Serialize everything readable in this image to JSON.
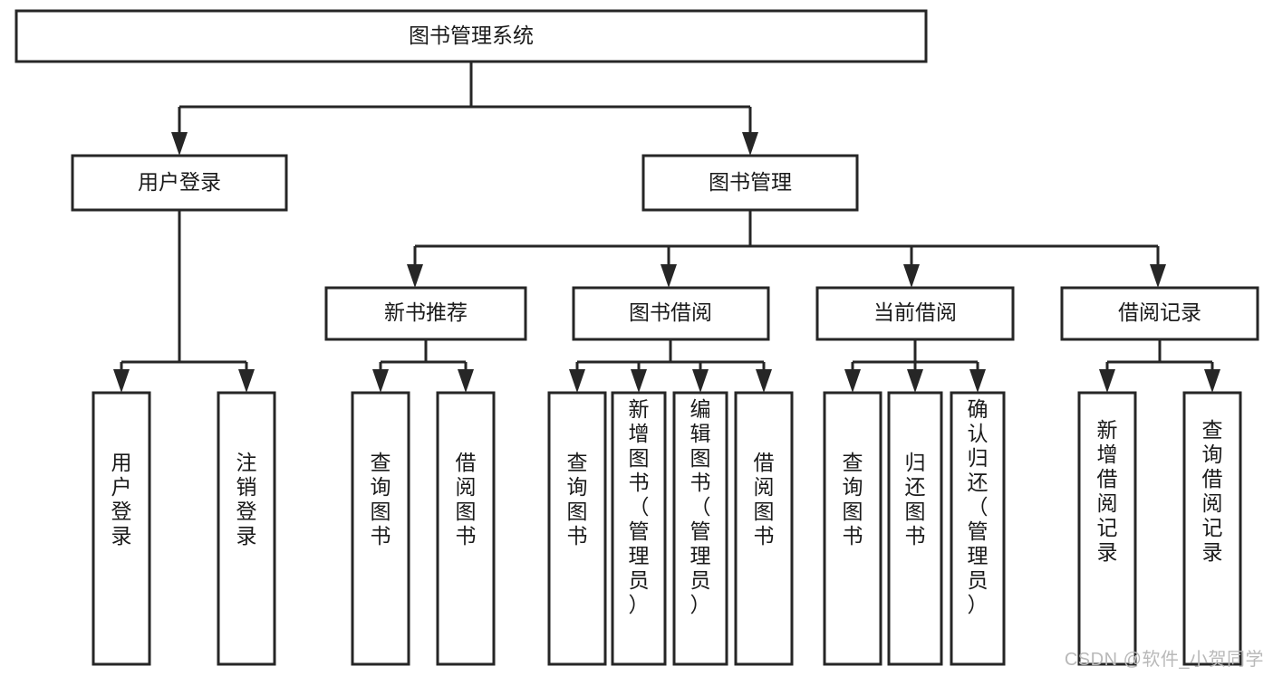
{
  "diagram": {
    "type": "tree-hierarchy",
    "title": "图书管理系统",
    "orientation": "top-down",
    "colors": {
      "box_stroke": "#262626",
      "box_fill": "#ffffff",
      "connector": "#262626",
      "text": "#1a1a1a",
      "watermark": "#b9b9b9",
      "background": "#ffffff"
    },
    "root": {
      "id": "root",
      "label": "图书管理系统"
    },
    "level2": [
      {
        "id": "user-login",
        "label": "用户登录"
      },
      {
        "id": "book-management",
        "label": "图书管理"
      }
    ],
    "level3": [
      {
        "id": "new-book-recommend",
        "label": "新书推荐",
        "parent": "book-management"
      },
      {
        "id": "book-borrow",
        "label": "图书借阅",
        "parent": "book-management"
      },
      {
        "id": "current-borrow",
        "label": "当前借阅",
        "parent": "book-management"
      },
      {
        "id": "borrow-record",
        "label": "借阅记录",
        "parent": "book-management"
      }
    ],
    "leaves": [
      {
        "id": "leaf-user-login",
        "label": "用户登录",
        "parent": "user-login"
      },
      {
        "id": "leaf-user-logout",
        "label": "注销登录",
        "parent": "user-login"
      },
      {
        "id": "leaf-query-book-1",
        "label": "查询图书",
        "parent": "new-book-recommend"
      },
      {
        "id": "leaf-borrow-book-1",
        "label": "借阅图书",
        "parent": "new-book-recommend"
      },
      {
        "id": "leaf-query-book-2",
        "label": "查询图书",
        "parent": "book-borrow"
      },
      {
        "id": "leaf-add-book",
        "label": "新增图书（管理员）",
        "parent": "book-borrow"
      },
      {
        "id": "leaf-edit-book",
        "label": "编辑图书（管理员）",
        "parent": "book-borrow"
      },
      {
        "id": "leaf-borrow-book-2",
        "label": "借阅图书",
        "parent": "book-borrow"
      },
      {
        "id": "leaf-query-book-3",
        "label": "查询图书",
        "parent": "current-borrow"
      },
      {
        "id": "leaf-return-book",
        "label": "归还图书",
        "parent": "current-borrow"
      },
      {
        "id": "leaf-confirm-return",
        "label": "确认归还（管理员）",
        "parent": "current-borrow"
      },
      {
        "id": "leaf-add-record",
        "label": "新增借阅记录",
        "parent": "borrow-record"
      },
      {
        "id": "leaf-query-record",
        "label": "查询借阅记录",
        "parent": "borrow-record"
      }
    ],
    "watermark": "CSDN @软件_小贺同学"
  }
}
